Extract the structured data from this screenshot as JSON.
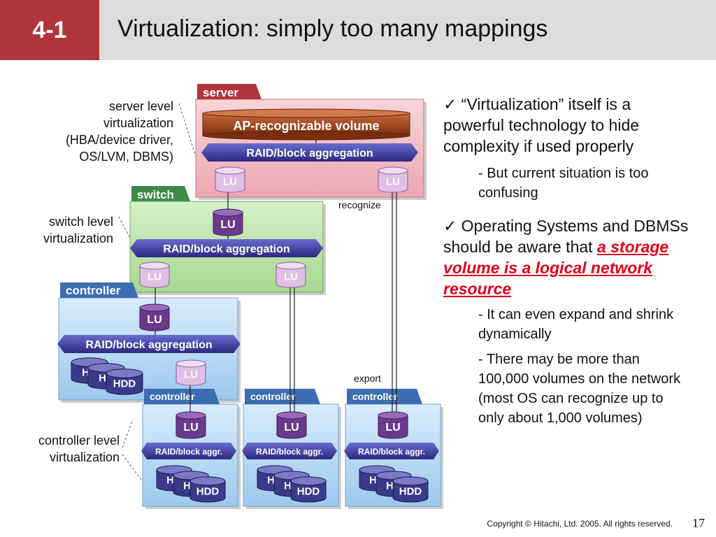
{
  "header": {
    "slide_number": "4-1",
    "title": "Virtualization: simply too many mappings"
  },
  "left_labels": {
    "server": [
      "server level",
      "virtualization",
      "(HBA/device driver,",
      "OS/LVM, DBMS)"
    ],
    "switch": [
      "switch level",
      "virtualization"
    ],
    "controller": [
      "controller level",
      "virtualization"
    ]
  },
  "diagram": {
    "server_tab": "server",
    "switch_tab": "switch",
    "controller_tab": "controller",
    "ap_volume": "AP-recognizable volume",
    "raid_full": "RAID/block aggregation",
    "raid_short": "RAID/block aggr.",
    "lu": "LU",
    "hdd": "HDD",
    "hdd_partial": "HD",
    "recognize": "recognize",
    "export": "export",
    "colors": {
      "server_fill": "#f0b8c0",
      "switch_fill": "#b8e0a8",
      "controller_fill": "#b8d8f4",
      "tab_server": "#b0343c",
      "tab_switch": "#3e8a48",
      "tab_controller": "#3c6db0",
      "ap_volume": "#a0451e",
      "raid": "#3a3a9a",
      "lu_dark": "#6a3a8a",
      "lu_light": "#e0c0e4"
    }
  },
  "bullets": [
    {
      "text": "“Virtualization” itself is a powerful technology to hide complexity if used properly",
      "subs": [
        "- But current situation is too confusing"
      ]
    },
    {
      "text_before": "Operating Systems and DBMSs should be aware that ",
      "emphasis": "a storage volume is a logical network resource",
      "subs": [
        "- It can even expand and shrink dynamically",
        "- There may be more than 100,000 volumes on the network (most OS can recognize up to only about 1,000 volumes)"
      ]
    }
  ],
  "footer": {
    "copyright": "Copyright © Hitachi, Ltd. 2005. All rights reserved.",
    "page": "17"
  }
}
